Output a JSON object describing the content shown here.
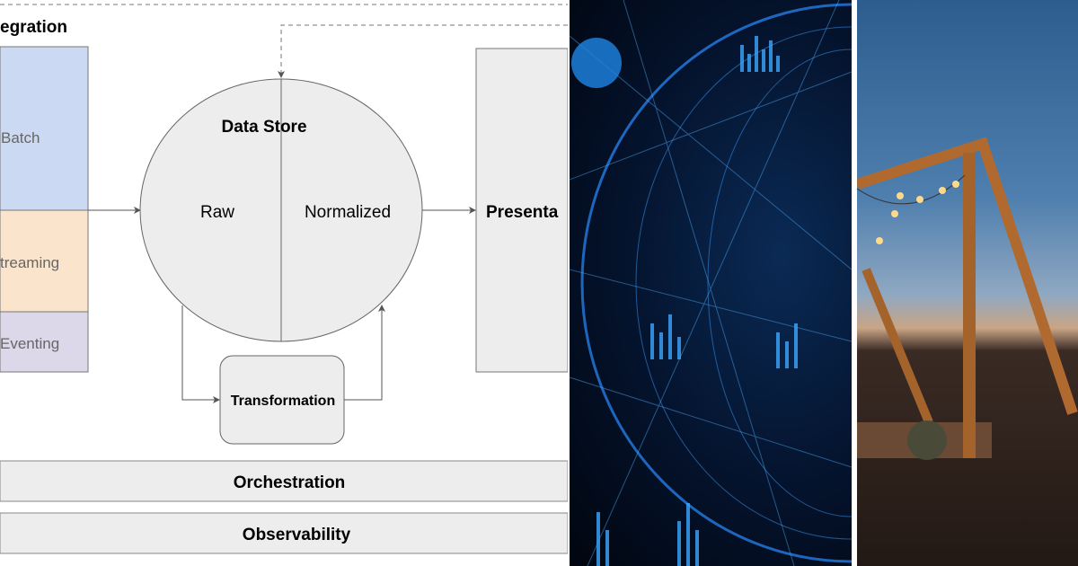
{
  "diagram": {
    "integration_title": "egration",
    "sources": [
      {
        "label": "Batch",
        "color": "#ccd9f2"
      },
      {
        "label": "treaming",
        "color": "#fbe4cc"
      },
      {
        "label": "Eventing",
        "color": "#dcd7e9"
      }
    ],
    "data_store": {
      "title": "Data Store",
      "left": "Raw",
      "right": "Normalized",
      "fill": "#ededed"
    },
    "transformation": "Transformation",
    "presentation": "Presenta",
    "orchestration": "Orchestration",
    "observability": "Observability"
  },
  "photos": [
    {
      "subject": "blue-digital-globe-with-data-charts"
    },
    {
      "subject": "wooden-swing-frame-with-string-lights-at-dusk"
    }
  ]
}
